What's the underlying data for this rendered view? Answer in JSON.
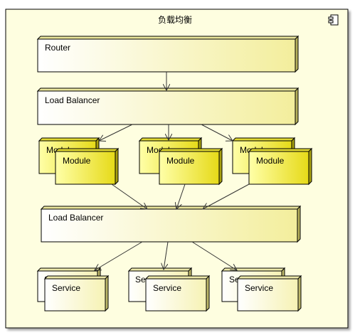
{
  "container": {
    "title": "负载均衡",
    "icon": "component-icon"
  },
  "nodes": {
    "router": "Router",
    "lb_top": "Load Balancer",
    "lb_bottom": "Load Balancer",
    "module": "Module",
    "service": "Service"
  },
  "colors": {
    "frame_fill": "#fefee0",
    "frame_stroke": "#000000",
    "node_fill_light": "#ffffea",
    "node_fill_dark": "#f4f0a0",
    "module_fill_light": "#ffff90",
    "module_fill_dark": "#e8dc20",
    "arrow": "#333333"
  }
}
